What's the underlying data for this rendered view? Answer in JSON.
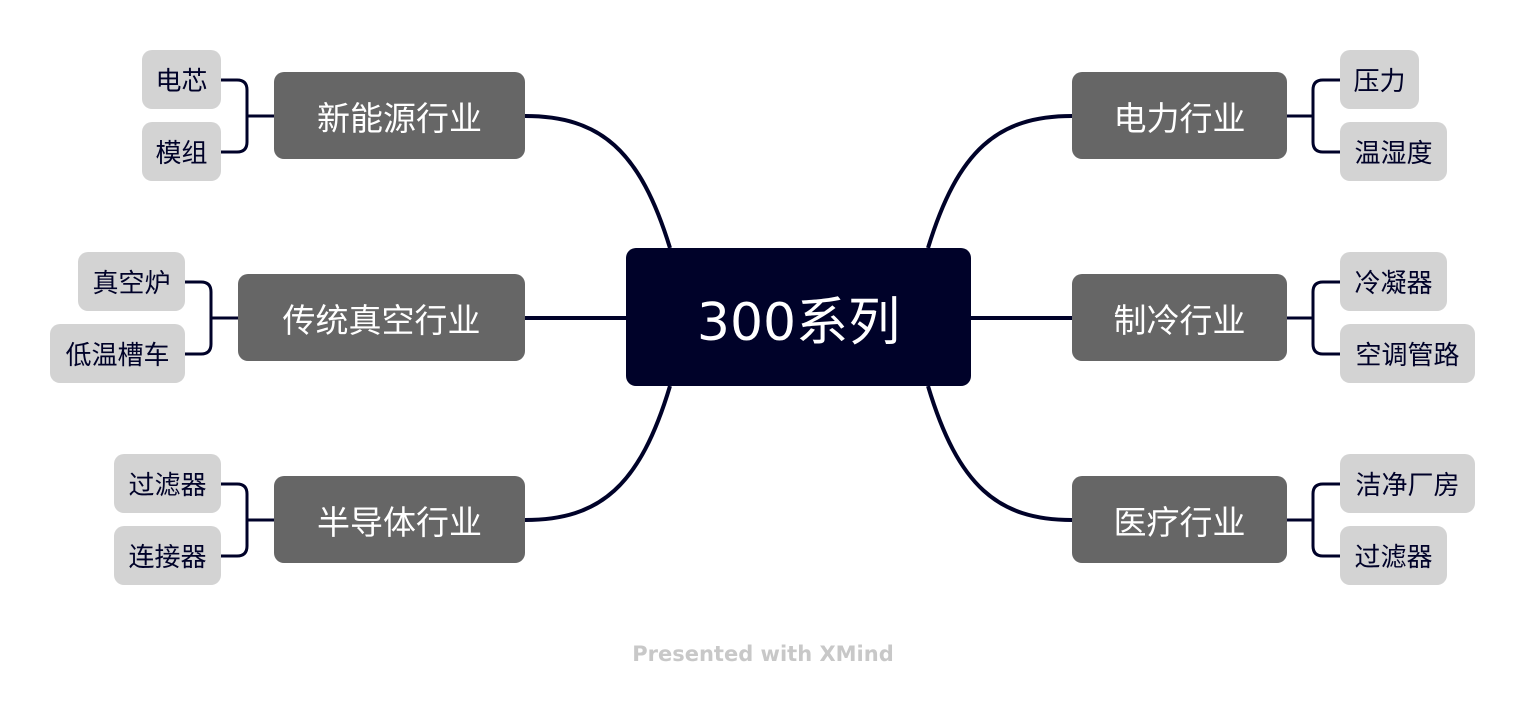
{
  "central": "300系列",
  "branches": {
    "new_energy": {
      "label": "新能源行业",
      "leaves": [
        "电芯",
        "模组"
      ]
    },
    "vacuum": {
      "label": "传统真空行业",
      "leaves": [
        "真空炉",
        "低温槽车"
      ]
    },
    "semiconductor": {
      "label": "半导体行业",
      "leaves": [
        "过滤器",
        "连接器"
      ]
    },
    "power": {
      "label": "电力行业",
      "leaves": [
        "压力",
        "温湿度"
      ]
    },
    "refrigeration": {
      "label": "制冷行业",
      "leaves": [
        "冷凝器",
        "空调管路"
      ]
    },
    "medical": {
      "label": "医疗行业",
      "leaves": [
        "洁净厂房",
        "过滤器"
      ]
    }
  },
  "footer": "Presented with XMind",
  "colors": {
    "central": "#000229",
    "branch": "#666666",
    "leaf": "#d3d3d3",
    "line": "#000229"
  }
}
